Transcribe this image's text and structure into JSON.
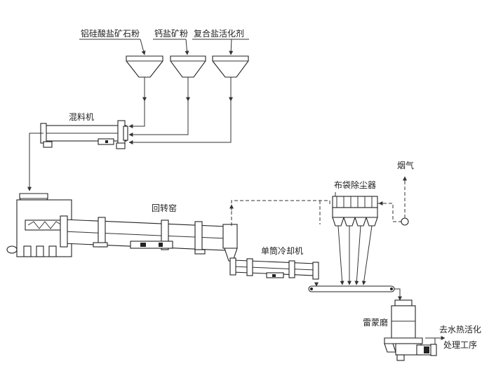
{
  "labels": {
    "feed_1": "铝硅酸盐矿石粉",
    "feed_2": "钙盐矿粉",
    "feed_3": "复合盐活化剂",
    "mixer": "混料机",
    "kiln": "回转窑",
    "cooler": "单筒冷却机",
    "dust_collector": "布袋除尘器",
    "flue_gas": "烟气",
    "mill": "雷蒙磨",
    "next_step_line1": "去水热活化",
    "next_step_line2": "处理工序"
  },
  "colors": {
    "line": "#333333",
    "ink": "#222222",
    "background": "#ffffff"
  }
}
